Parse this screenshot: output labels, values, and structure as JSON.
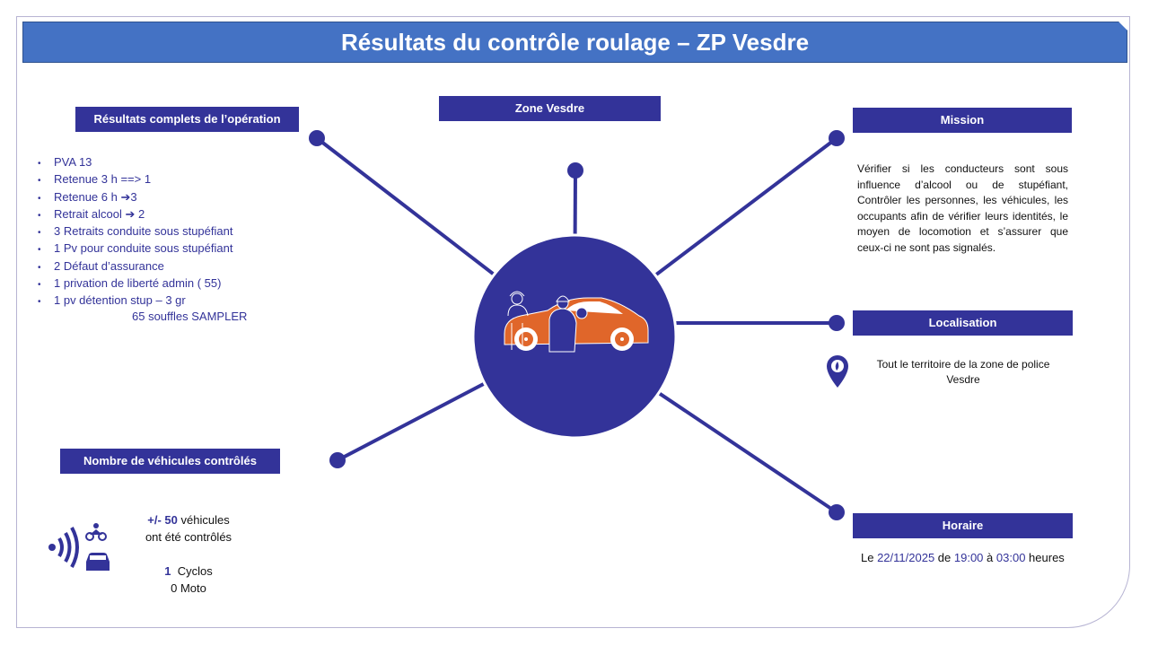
{
  "title": "Résultats du contrôle roulage – ZP Vesdre",
  "colors": {
    "primary": "#333399",
    "title_bar": "#4472c4",
    "car": "#e0662a"
  },
  "center_label": "Zone Vesdre",
  "results": {
    "label": "Résultats complets de l’opération",
    "items": [
      "PVA 13",
      "Retenue 3 h ==> 1",
      "Retenue 6 h ➔3",
      "Retrait alcool ➔ 2",
      "3  Retraits conduite sous stupéfiant",
      "1 Pv pour conduite sous stupéfiant",
      "2 Défaut d’assurance",
      "1 privation de liberté admin ( 55)",
      "1 pv  détention stup – 3 gr"
    ],
    "extra": "65 souffles SAMPLER"
  },
  "vehicles": {
    "label": "Nombre de véhicules contrôlés",
    "count": "+/- 50",
    "count_suffix": " véhicules",
    "line2": "ont été contrôlés",
    "cyclos_count": "1",
    "cyclos_label": "  Cyclos",
    "moto": "0 Moto"
  },
  "mission": {
    "label": "Mission",
    "text": "Vérifier si les conducteurs sont sous influence d’alcool ou de stupéfiant, Contrôler les personnes, les véhicules, les occupants afin de vérifier leurs identités, le moyen de locomotion et s’assurer que ceux-ci ne sont pas signalés."
  },
  "localisation": {
    "label": "Localisation",
    "text": "Tout le territoire de la zone de police Vesdre"
  },
  "horaire": {
    "label": "Horaire",
    "prefix": "Le ",
    "date": "22/11/2025",
    "de": " de ",
    "start": "19:00",
    "a": " à ",
    "end": "03:00",
    "suffix": " heures"
  }
}
